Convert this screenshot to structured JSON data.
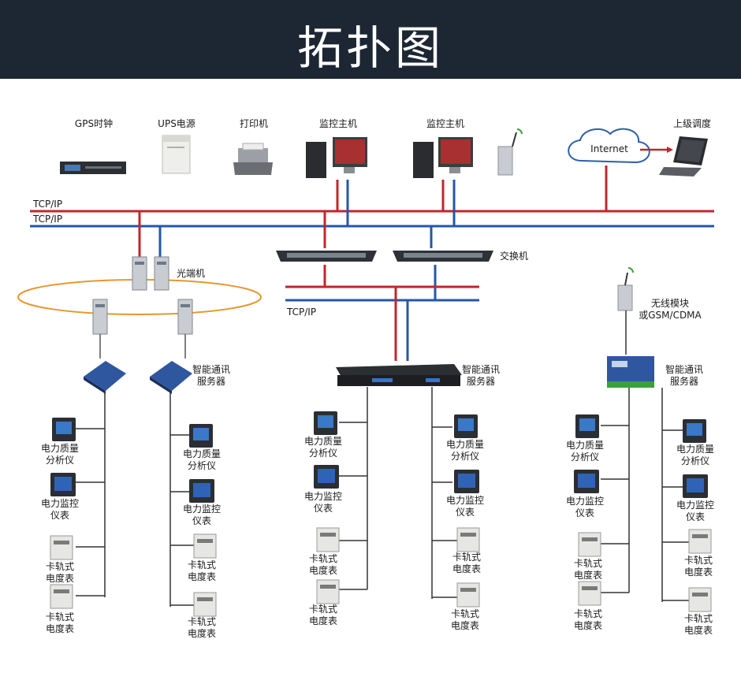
{
  "title": "拓扑图",
  "labels": {
    "gps": "GPS时钟",
    "ups": "UPS电源",
    "printer": "打印机",
    "host1": "监控主机",
    "host2": "监控主机",
    "internet": "Internet",
    "superior": "上级调度",
    "tcpip1": "TCP/IP",
    "tcpip2": "TCP/IP",
    "tcpip3": "TCP/IP",
    "optical": "光端机",
    "switch": "交换机",
    "wireless1": "无线模块",
    "wireless2": "或GSM/CDMA",
    "comm_a1": "智能通讯",
    "comm_a2": "服务器",
    "comm_b1": "智能通讯",
    "comm_b2": "服务器",
    "comm_c1": "智能通讯",
    "comm_c2": "服务器",
    "dev_pq1": "电力质量",
    "dev_pq2": "分析仪",
    "dev_pm1": "电力监控",
    "dev_pm2": "仪表",
    "dev_rail1": "卡轨式",
    "dev_rail2": "电度表"
  },
  "colors": {
    "red_line": "#c0272d",
    "blue_line": "#2557a7",
    "header_bg": "#1d2633",
    "ring": "#e8962e"
  }
}
